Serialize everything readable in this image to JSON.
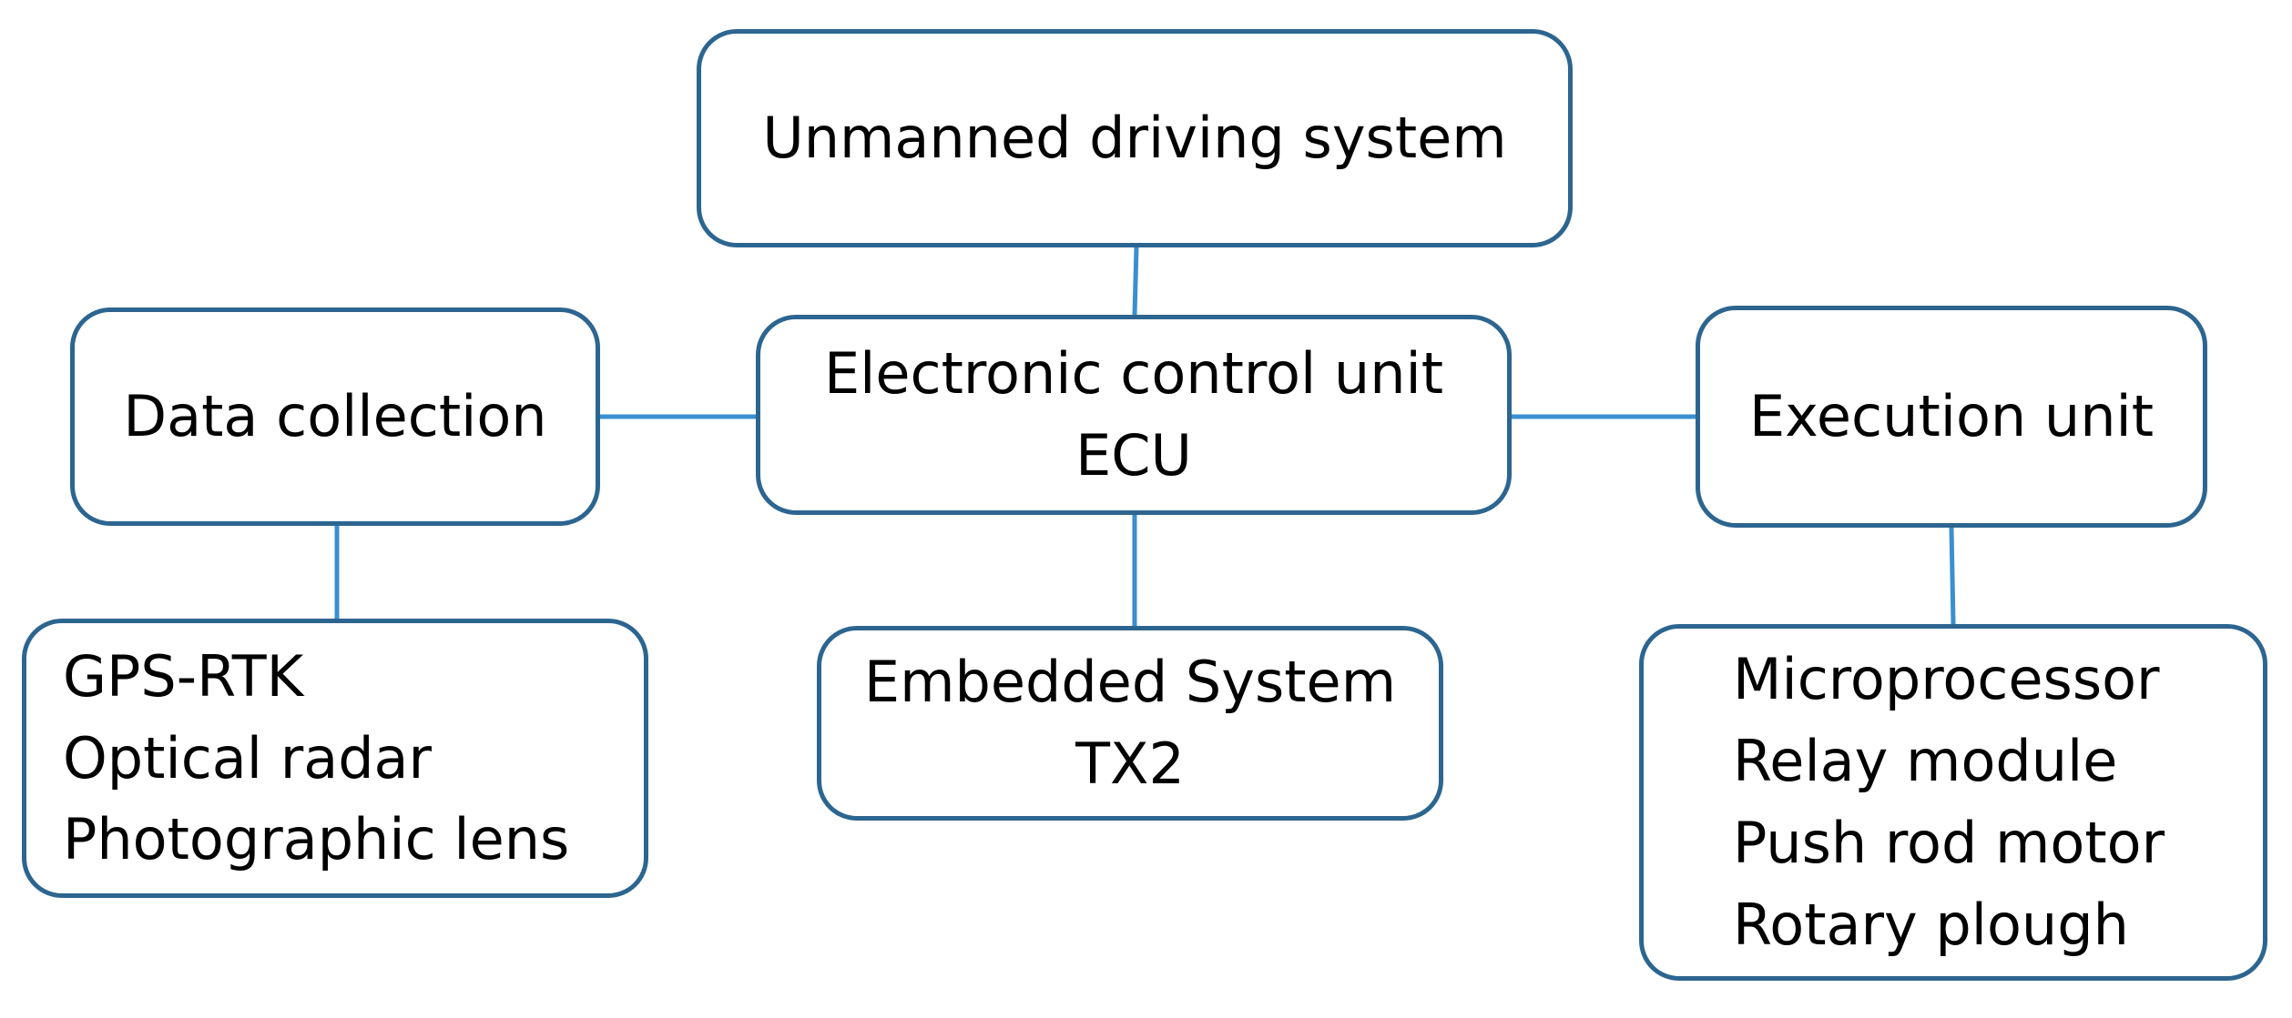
{
  "diagram": {
    "nodes": {
      "top": {
        "lines": [
          "Unmanned driving system"
        ]
      },
      "left": {
        "lines": [
          "Data collection"
        ]
      },
      "center": {
        "lines": [
          "Electronic control unit",
          "ECU"
        ]
      },
      "right": {
        "lines": [
          "Execution unit"
        ]
      },
      "bottom_left": {
        "lines": [
          "GPS-RTK",
          "Optical radar",
          "Photographic lens"
        ]
      },
      "bottom_center": {
        "lines": [
          "Embedded System",
          "TX2"
        ]
      },
      "bottom_right": {
        "lines": [
          "Microprocessor",
          "Relay module",
          "Push rod motor",
          "Rotary plough"
        ]
      }
    },
    "edges": [
      {
        "from": "top",
        "to": "center"
      },
      {
        "from": "left",
        "to": "center"
      },
      {
        "from": "center",
        "to": "right"
      },
      {
        "from": "left",
        "to": "bottom_left"
      },
      {
        "from": "center",
        "to": "bottom_center"
      },
      {
        "from": "right",
        "to": "bottom_right"
      }
    ],
    "colors": {
      "box_border": "#2c6590",
      "connector": "#3a8fd0",
      "text": "#000000",
      "background": "#ffffff"
    }
  }
}
